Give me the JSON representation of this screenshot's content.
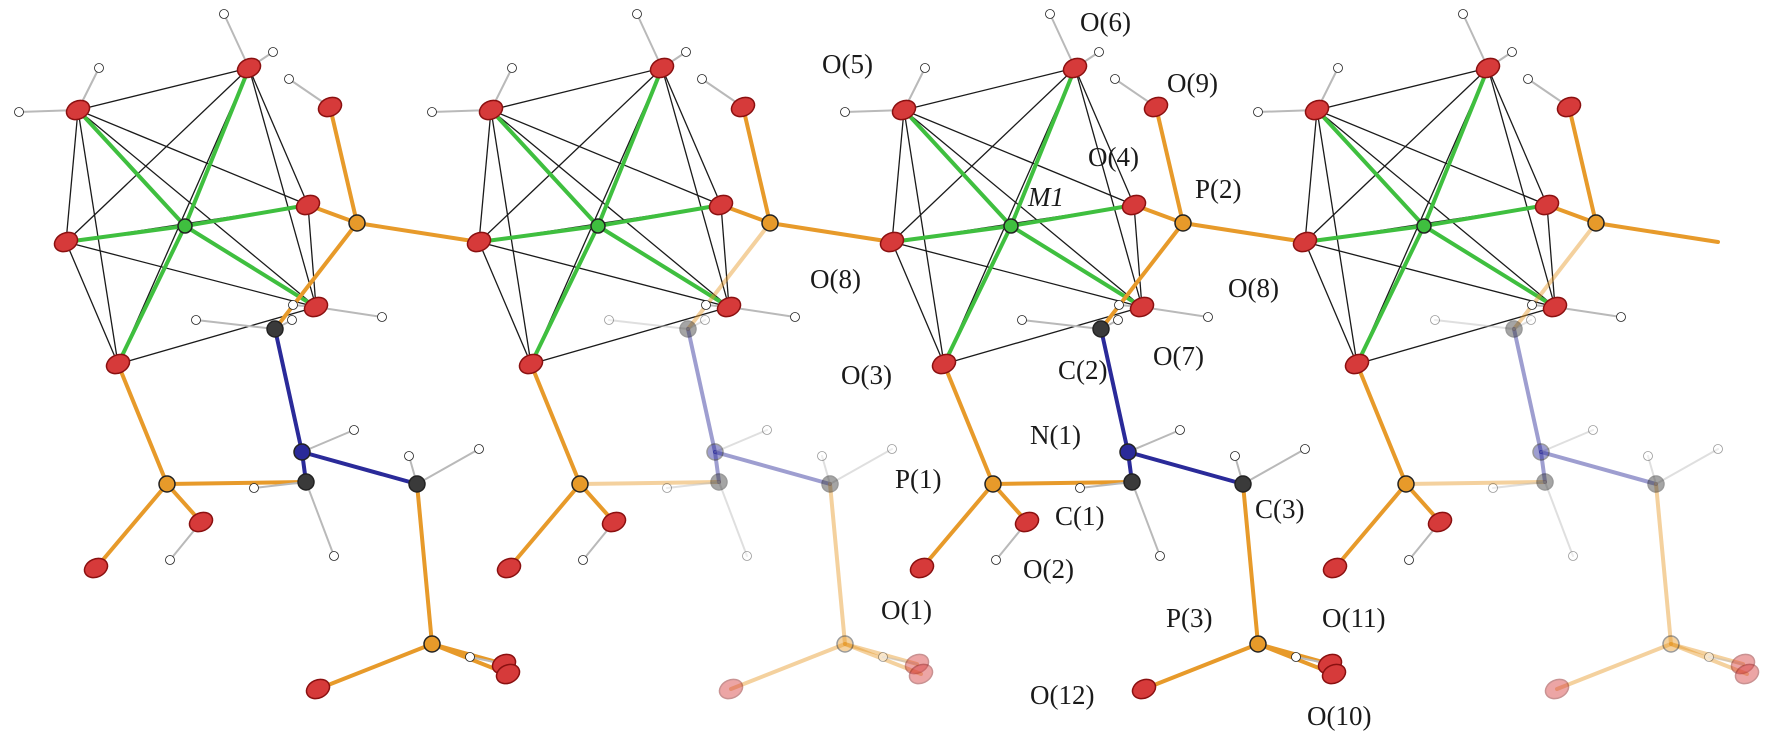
{
  "figure": {
    "units": 4,
    "labeled_unit": 3,
    "faded_rear_units": [
      2,
      4
    ],
    "labels": {
      "O5": "O(5)",
      "O6": "O(6)",
      "O9": "O(9)",
      "O4": "O(4)",
      "M1": "M1",
      "P2": "P(2)",
      "O8a": "O(8)",
      "O8b": "O(8)",
      "O3": "O(3)",
      "C2": "C(2)",
      "O7": "O(7)",
      "N1": "N(1)",
      "P1": "P(1)",
      "C1": "C(1)",
      "C3": "C(3)",
      "O2": "O(2)",
      "O1": "O(1)",
      "P3": "P(3)",
      "O11": "O(11)",
      "O12": "O(12)",
      "O10": "O(10)"
    },
    "colors": {
      "oxygen": "#d63a3a",
      "oxygen_dark": "#8a1010",
      "phosphorus": "#e79a2a",
      "metal": "#3fbf3f",
      "carbon": "#3a3a3a",
      "nitrogen": "#2a2a99",
      "hydrogen": "#ffffff",
      "polyhedron_edge": "#1a1a1a"
    }
  }
}
